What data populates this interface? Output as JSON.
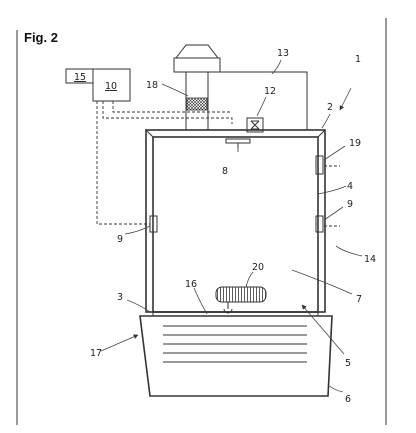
{
  "figure": {
    "title": "Fig. 2",
    "refs": {
      "r1": "1",
      "r2": "2",
      "r3": "3",
      "r4": "4",
      "r5": "5",
      "r6": "6",
      "r7": "7",
      "r8": "8",
      "r9a": "9",
      "r9b": "9",
      "r10": "10",
      "r12": "12",
      "r13": "13",
      "r14": "14",
      "r15": "15",
      "r16": "16",
      "r17": "17",
      "r18": "18",
      "r19": "19",
      "r20": "20"
    }
  }
}
